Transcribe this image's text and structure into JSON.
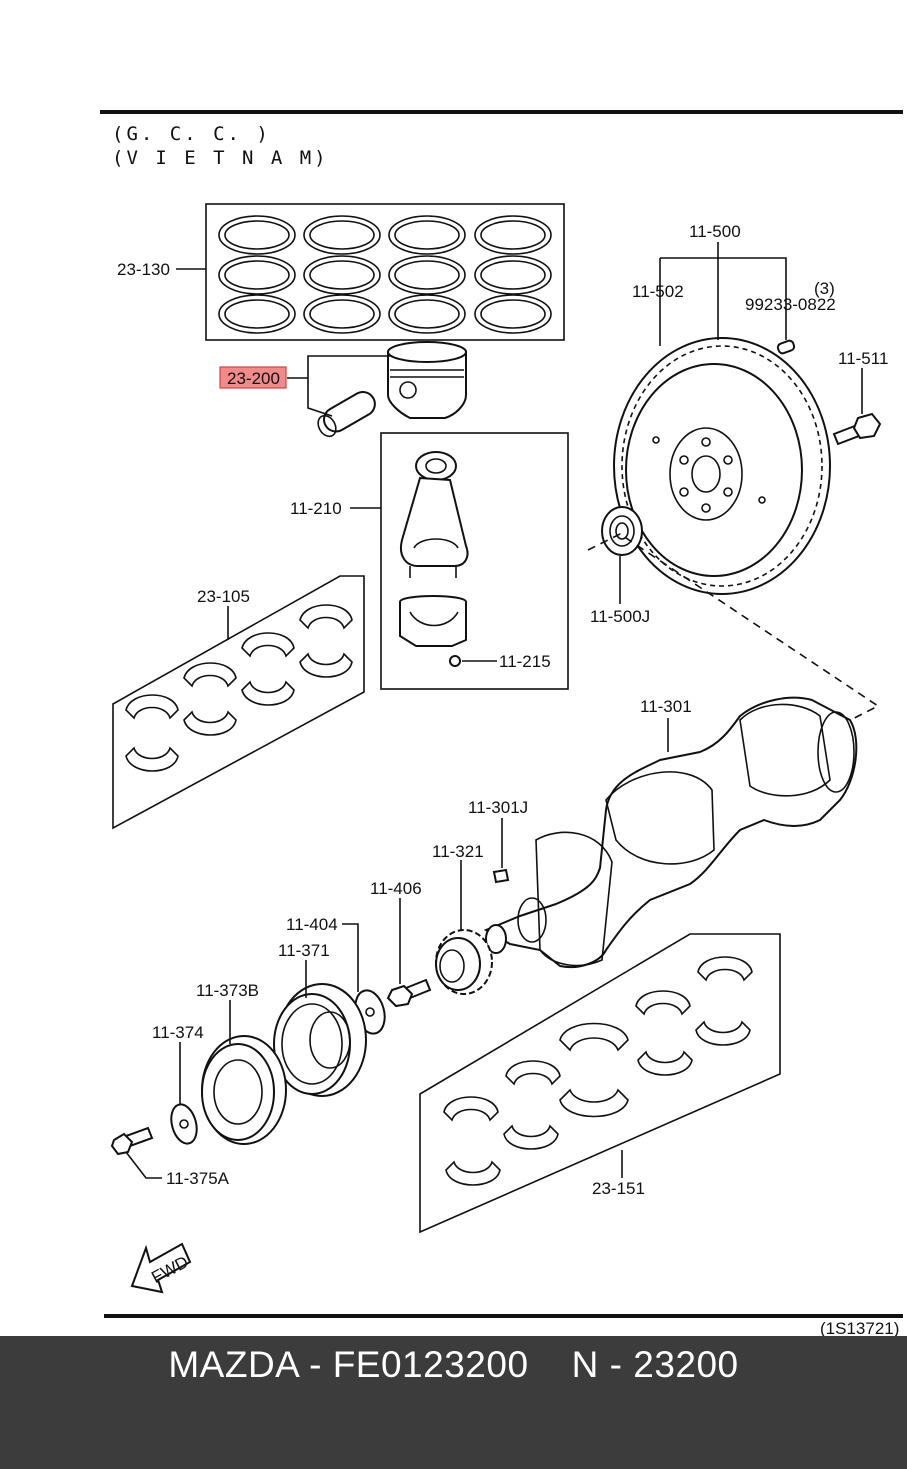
{
  "header": {
    "line1": "(G. C. C. )",
    "line2": "(V I E T N A M)"
  },
  "labels": {
    "l_23_130": "23-130",
    "l_23_200": "23-200",
    "l_11_210": "11-210",
    "l_23_105": "23-105",
    "l_11_215": "11-215",
    "l_11_500": "11-500",
    "l_11_502": "11-502",
    "l_99233": "99233-0822",
    "l_qty3": "(3)",
    "l_11_511": "11-511",
    "l_11_500j": "11-500J",
    "l_11_301": "11-301",
    "l_11_301j": "11-301J",
    "l_11_321": "11-321",
    "l_11_406": "11-406",
    "l_11_404": "11-404",
    "l_11_371": "11-371",
    "l_11_373b": "11-373B",
    "l_11_374": "11-374",
    "l_11_375a": "11-375A",
    "l_23_151": "23-151",
    "fwd": "FWD",
    "diagram_code": "(1S13721)"
  },
  "highlight_part": "23-200",
  "colors": {
    "highlight": "#f28a8a",
    "footer_bg": "#3c3c3c",
    "footer_text": "#ffffff"
  },
  "footer": {
    "text": "MAZDA - FE0123200    N - 23200"
  }
}
